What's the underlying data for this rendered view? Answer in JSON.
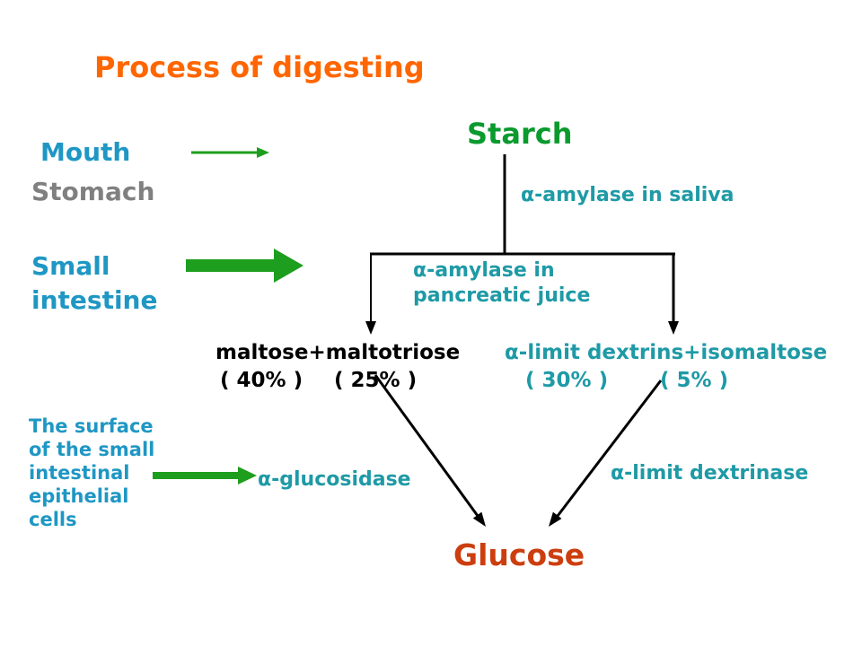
{
  "title": "Process of digesting",
  "nodes": {
    "starch": "Starch",
    "glucose": "Glucose"
  },
  "organs": {
    "mouth": "Mouth",
    "stomach": "Stomach",
    "small_intestine": [
      "Small",
      "intestine"
    ],
    "epithelial": [
      "The surface",
      "of the small",
      "intestinal",
      "epithelial",
      "cells"
    ]
  },
  "enzymes": {
    "saliva": "α-amylase in saliva",
    "pancreatic": [
      "α-amylase in",
      "pancreatic juice"
    ],
    "glucosidase": "α-glucosidase",
    "dextrinase": "α-limit dextrinase"
  },
  "products": {
    "left": "maltose+maltotriose",
    "right": "α-limit dextrins+isomaltose",
    "percents": [
      "( 40% )",
      "( 25% )",
      "( 30% )",
      "( 5% )"
    ]
  },
  "colors": {
    "title": "#FF6600",
    "starch": "#0A9A2E",
    "glucose": "#CC3E0E",
    "organ": "#1F97C4",
    "stomach": "#808080",
    "enzyme": "#1E9AA6",
    "black": "#000000",
    "arrow_green": "#1E9E1E"
  }
}
